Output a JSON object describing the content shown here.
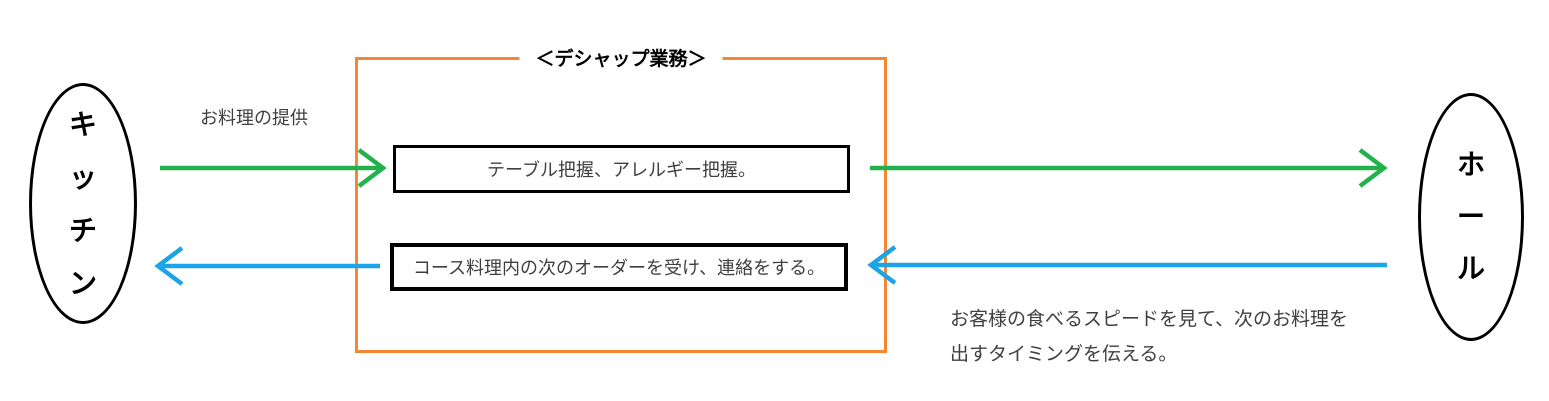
{
  "diagram": {
    "frame_title": "＜デシャップ業務＞",
    "nodes": {
      "kitchen": {
        "label": "キッチン"
      },
      "hall": {
        "label": "ホール"
      }
    },
    "tasks": [
      {
        "text": "テーブル把握、アレルギー把握。"
      },
      {
        "text": "コース料理内の次のオーダーを受け、連絡をする。"
      }
    ],
    "labels": {
      "offering": "お料理の提供",
      "note_line1": "お客様の食べるスピードを見て、次のお料理を",
      "note_line2": "出すタイミングを伝える。"
    },
    "arrows": [
      {
        "name": "kitchen-to-deshap",
        "color": "#22B14C",
        "direction": "right"
      },
      {
        "name": "deshap-to-hall",
        "color": "#22B14C",
        "direction": "right"
      },
      {
        "name": "hall-to-deshap",
        "color": "#1CA3E8",
        "direction": "left"
      },
      {
        "name": "deshap-to-kitchen",
        "color": "#1CA3E8",
        "direction": "left"
      }
    ],
    "colors": {
      "frame": "#F58634",
      "arrow_green": "#22B14C",
      "arrow_blue": "#1CA3E8",
      "node_border": "#000000"
    }
  }
}
